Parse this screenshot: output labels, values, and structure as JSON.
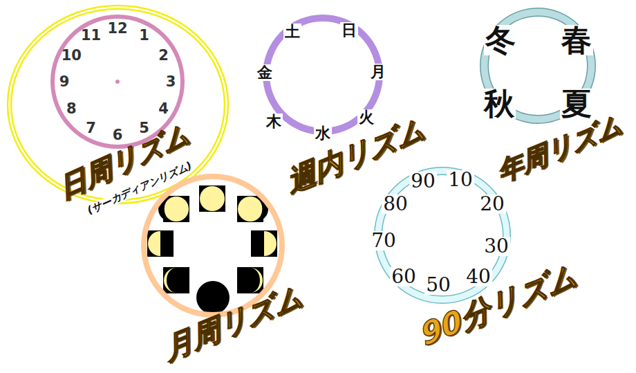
{
  "diagram": {
    "nodes": [
      {
        "text": [
          "日周リズム",
          "(サーカディアンリズム)"
        ]
      },
      {
        "text": [
          "12",
          "1",
          "2",
          "3",
          "4",
          "5",
          "6",
          "7",
          "8",
          "9",
          "10",
          "11"
        ],
        "in": 0
      },
      {
        "text": [
          "土",
          "日",
          "月",
          "火",
          "水",
          "木",
          "金",
          "週内リズム"
        ]
      },
      {
        "text": [
          "冬",
          "春",
          "秋",
          "夏",
          "年周リズム"
        ]
      },
      {
        "text": [
          "月周リズム"
        ]
      },
      {
        "text": [
          "90",
          "10",
          "20",
          "30",
          "40",
          "50",
          "60",
          "70",
          "80",
          "90分リズム"
        ]
      }
    ]
  }
}
